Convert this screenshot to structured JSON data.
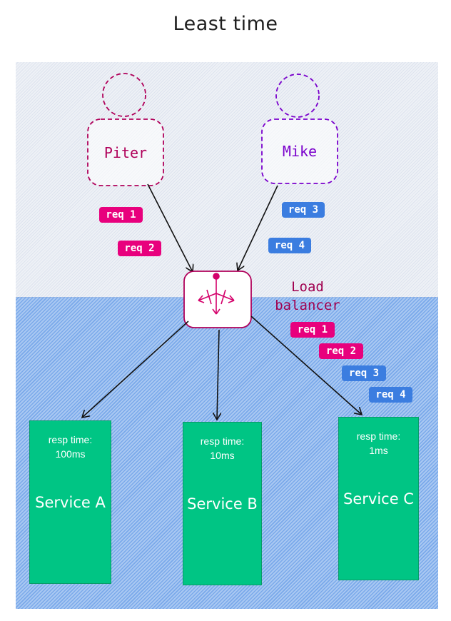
{
  "title": "Least time",
  "users": [
    {
      "name": "Piter",
      "color": "#b0005a"
    },
    {
      "name": "Mike",
      "color": "#7a00cc"
    }
  ],
  "tags_top": [
    {
      "label": "req 1",
      "color": "pink"
    },
    {
      "label": "req 2",
      "color": "pink"
    },
    {
      "label": "req 3",
      "color": "blue"
    },
    {
      "label": "req 4",
      "color": "blue"
    }
  ],
  "load_balancer": {
    "line1": "Load",
    "line2": "balancer",
    "icon": "load-balancer-icon",
    "color": "#b0005a"
  },
  "tags_lb": [
    {
      "label": "req 1",
      "color": "pink"
    },
    {
      "label": "req 2",
      "color": "pink"
    },
    {
      "label": "req 3",
      "color": "blue"
    },
    {
      "label": "req 4",
      "color": "blue"
    }
  ],
  "services": [
    {
      "resp_label": "resp time:",
      "resp_value": "100ms",
      "name": "Service A"
    },
    {
      "resp_label": "resp time:",
      "resp_value": "10ms",
      "name": "Service B"
    },
    {
      "resp_label": "resp time:",
      "resp_value": "1ms",
      "name": "Service C"
    }
  ],
  "colors": {
    "pink": "#e8007d",
    "blue": "#3b7de0",
    "service": "#00c584"
  }
}
